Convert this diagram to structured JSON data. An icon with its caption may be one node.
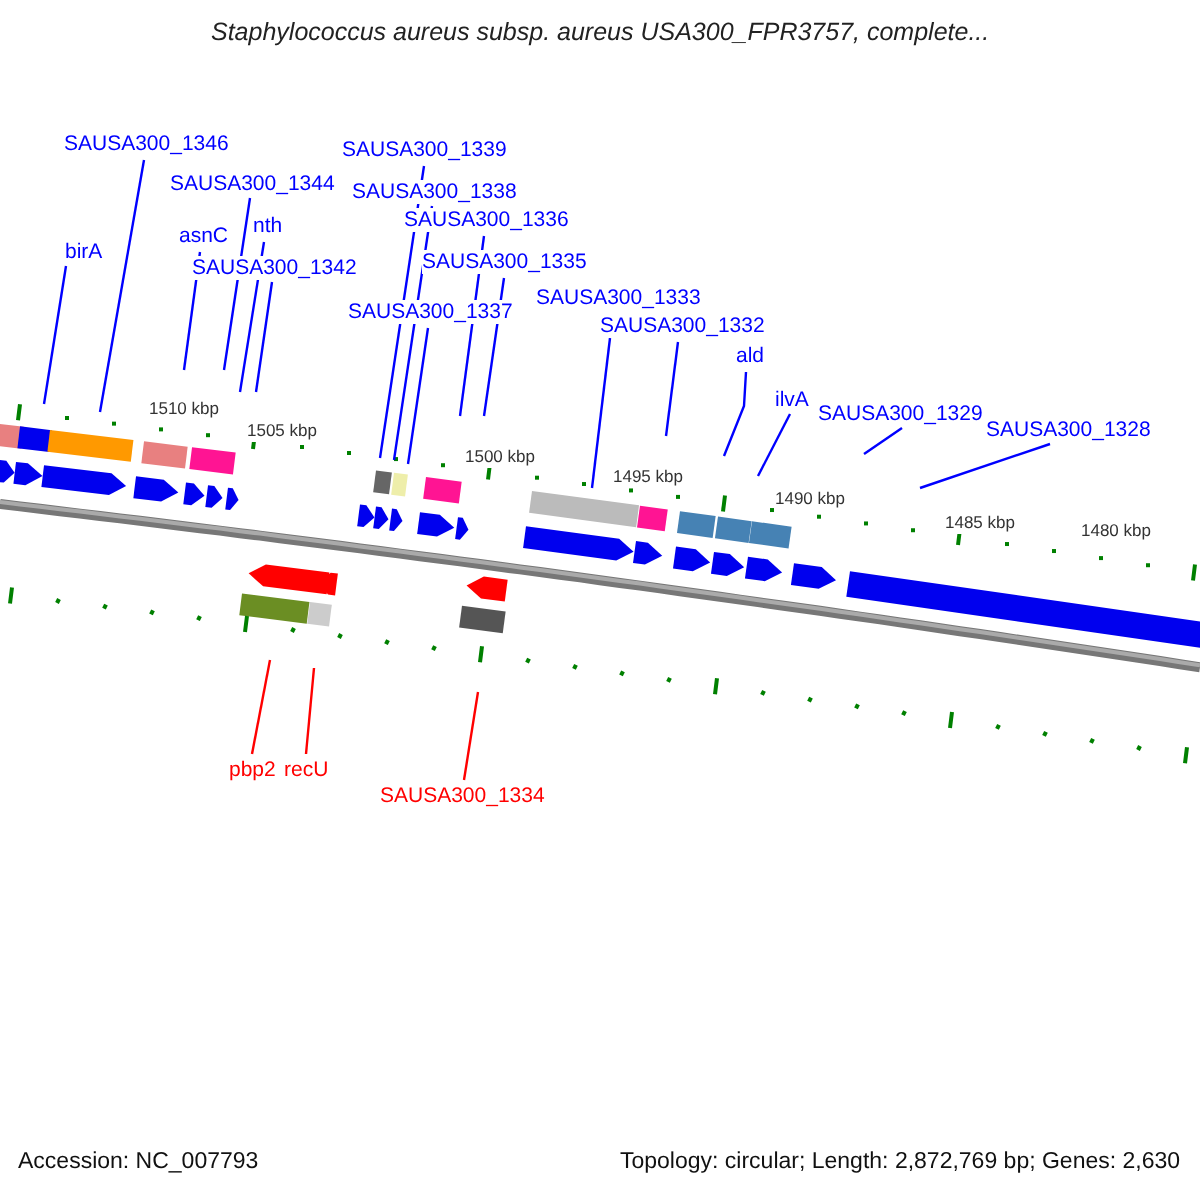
{
  "diagram": {
    "title": "Staphylococcus aureus subsp. aureus USA300_FPR3757, complete...",
    "nodes": [
      {
        "text": [
          "birA"
        ]
      },
      {
        "text": [
          "SAUSA300_1346"
        ]
      },
      {
        "text": [
          "SAUSA300_1344"
        ]
      },
      {
        "text": [
          "asnC"
        ]
      },
      {
        "text": [
          "nth"
        ]
      },
      {
        "text": [
          "SAUSA300_1342"
        ]
      },
      {
        "text": [
          "SAUSA300_1339"
        ]
      },
      {
        "text": [
          "SAUSA300_1338"
        ]
      },
      {
        "text": [
          "SAUSA300_1336"
        ]
      },
      {
        "text": [
          "SAUSA300_1335"
        ]
      },
      {
        "text": [
          "SAUSA300_1337"
        ]
      },
      {
        "text": [
          "SAUSA300_1333"
        ]
      },
      {
        "text": [
          "SAUSA300_1332"
        ]
      },
      {
        "text": [
          "ald"
        ]
      },
      {
        "text": [
          "ilvA"
        ]
      },
      {
        "text": [
          "SAUSA300_1329"
        ]
      },
      {
        "text": [
          "SAUSA300_1328"
        ]
      },
      {
        "text": [
          "pbp2"
        ]
      },
      {
        "text": [
          "recU"
        ]
      },
      {
        "text": [
          "SAUSA300_1334"
        ]
      }
    ],
    "edges": [
      {
        "from": 0,
        "to": null,
        "arrow": "none"
      },
      {
        "from": 1,
        "to": null,
        "arrow": "none"
      },
      {
        "from": 2,
        "to": null,
        "arrow": "none"
      },
      {
        "from": 3,
        "to": null,
        "arrow": "none"
      },
      {
        "from": 4,
        "to": null,
        "arrow": "none"
      },
      {
        "from": 5,
        "to": null,
        "arrow": "none"
      },
      {
        "from": 6,
        "to": null,
        "arrow": "none"
      },
      {
        "from": 7,
        "to": null,
        "arrow": "none"
      },
      {
        "from": 8,
        "to": null,
        "arrow": "none"
      },
      {
        "from": 9,
        "to": null,
        "arrow": "none"
      },
      {
        "from": 10,
        "to": null,
        "arrow": "none"
      },
      {
        "from": 11,
        "to": null,
        "arrow": "none"
      },
      {
        "from": 12,
        "to": null,
        "arrow": "none"
      },
      {
        "from": 13,
        "to": null,
        "arrow": "none"
      },
      {
        "from": 14,
        "to": null,
        "arrow": "none"
      },
      {
        "from": 15,
        "to": null,
        "arrow": "none"
      },
      {
        "from": 16,
        "to": null,
        "arrow": "none"
      },
      {
        "from": 17,
        "to": null,
        "arrow": "none",
        "color": "#ff0000"
      },
      {
        "from": 18,
        "to": null,
        "arrow": "none",
        "color": "#ff0000"
      },
      {
        "from": 19,
        "to": null,
        "arrow": "none",
        "color": "#ff0000"
      }
    ],
    "labels": [
      "1510 kbp",
      "1505 kbp",
      "1500 kbp",
      "1495 kbp",
      "1490 kbp",
      "1485 kbp",
      "1480 kbp",
      "Accession: NC_007793",
      "Topology: circular; Length: 2,872,769 bp; Genes: 2,630"
    ]
  }
}
